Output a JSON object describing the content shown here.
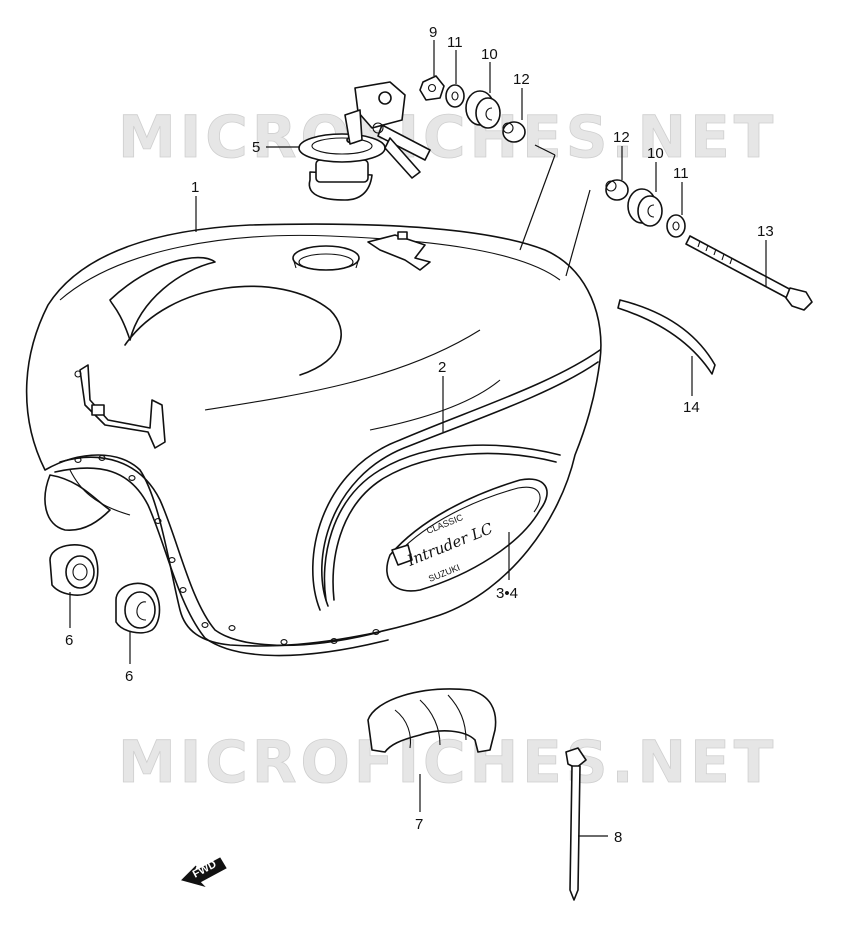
{
  "watermark": {
    "text": "MICROFICHES.NET"
  },
  "badge": {
    "top": "CLASSIC",
    "middle": "Intruder LC",
    "bottom": "SUZUKI"
  },
  "fwd_label": "FWD",
  "callouts": {
    "c1": "1",
    "c2": "2",
    "c34": "3•4",
    "c5": "5",
    "c6a": "6",
    "c6b": "6",
    "c7": "7",
    "c8": "8",
    "c9": "9",
    "c10a": "10",
    "c10b": "10",
    "c11a": "11",
    "c11b": "11",
    "c12a": "12",
    "c12b": "12",
    "c13": "13",
    "c14": "14"
  }
}
